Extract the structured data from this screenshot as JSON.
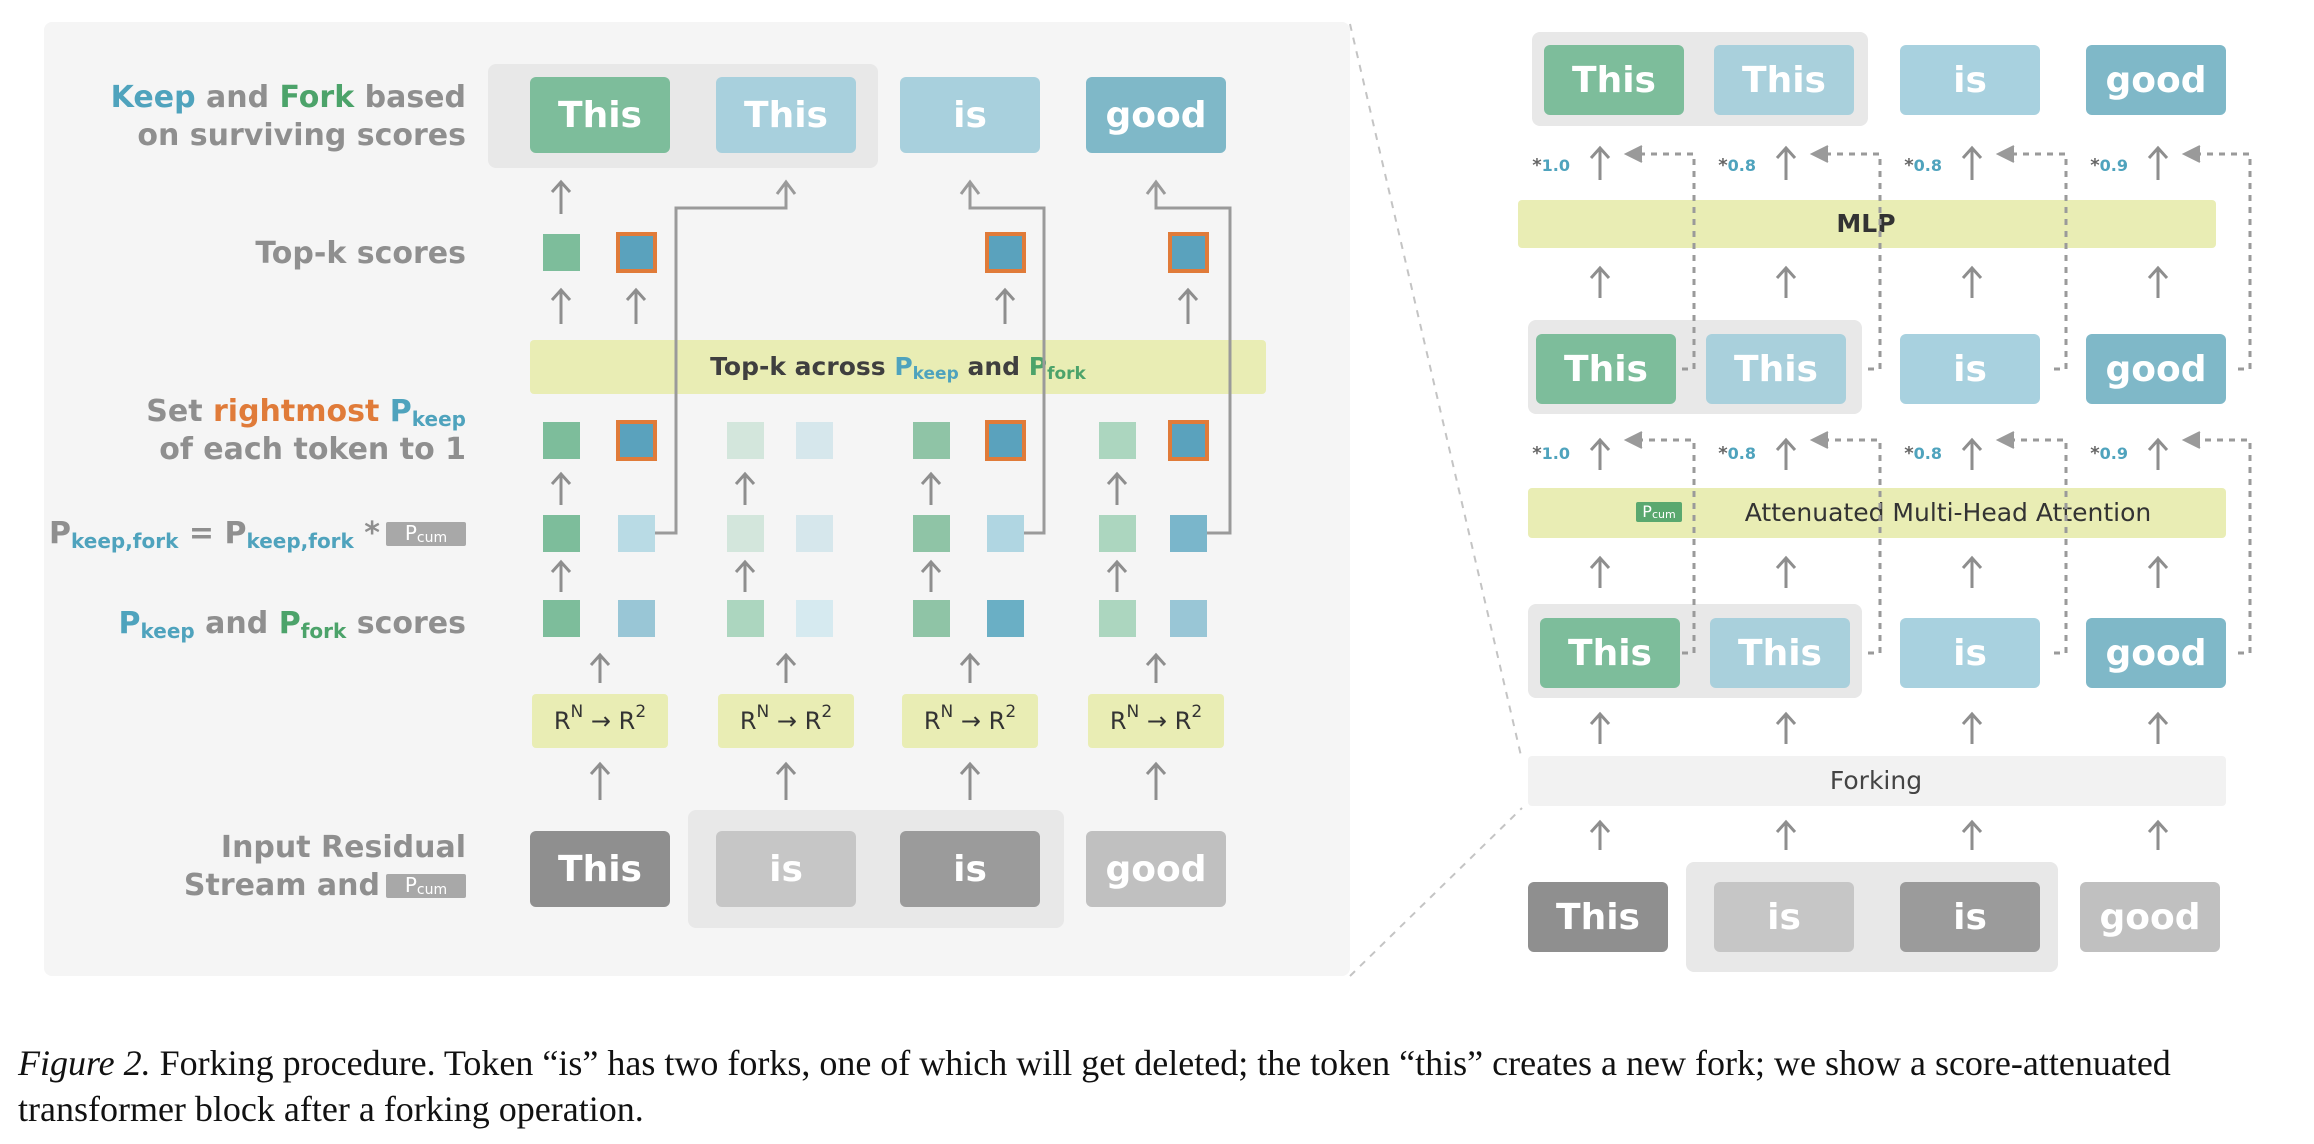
{
  "colors": {
    "panel_bg": "#f5f5f5",
    "keep_green": "#7dbd9b",
    "fork_blue": "#a8d0dd",
    "token_blue": "#7fb8c8",
    "bar_yellow": "#e9edb4",
    "orange": "#e07b39",
    "gray_dark": "#8f8f8f",
    "gray_light": "#c6c6c6",
    "label_gray": "#8f8f8f",
    "text_keep": "#4fa3bd",
    "text_fork": "#4ca36a"
  },
  "left": {
    "labels": {
      "keep_fork_keep": "Keep",
      "keep_fork_and": " and ",
      "keep_fork_fork": "Fork",
      "keep_fork_based": " based",
      "keep_fork_line2": "on surviving scores",
      "topk_scores": "Top-k scores",
      "set_line1_a": "Set ",
      "set_line1_b": "rightmost",
      "set_line1_p": "P",
      "set_line1_sub": "keep",
      "set_line2": "of each token to 1",
      "pcum_eq_p1": "P",
      "pcum_eq_sub1": "keep,fork",
      "pcum_eq_eq": " = ",
      "pcum_eq_p2": "P",
      "pcum_eq_sub2": "keep,fork",
      "pcum_eq_star": " *",
      "pcum_tag_p": "P",
      "pcum_tag_sub": "cum",
      "scores_p1": "P",
      "scores_sub1": "keep",
      "scores_and": " and ",
      "scores_p2": "P",
      "scores_sub2": "fork",
      "scores_tail": " scores",
      "input_line1": "Input Residual",
      "input_line2": "Stream and"
    },
    "topk_bar": {
      "prefix": "Top-k across ",
      "p1": "P",
      "sub1": "keep",
      "and": " and ",
      "p2": "P",
      "sub2": "fork"
    },
    "proj_label_base": "R",
    "proj_label_sup1": "N",
    "proj_label_arrow": " → ",
    "proj_label_sup2": "2",
    "output_tokens": [
      "This",
      "This",
      "is",
      "good"
    ],
    "input_tokens": [
      "This",
      "is",
      "is",
      "good"
    ]
  },
  "right": {
    "top_tokens": [
      "This",
      "This",
      "is",
      "good"
    ],
    "mlp_label": "MLP",
    "mid_tokens": [
      "This",
      "This",
      "is",
      "good"
    ],
    "attn_label": "Attenuated Multi-Head Attention",
    "attn_tag_p": "P",
    "attn_tag_sub": "cum",
    "low_tokens": [
      "This",
      "This",
      "is",
      "good"
    ],
    "forking_label": "Forking",
    "input_tokens": [
      "This",
      "is",
      "is",
      "good"
    ],
    "scale_top": [
      "1.0",
      "0.8",
      "0.8",
      "0.9"
    ],
    "scale_mid": [
      "1.0",
      "0.8",
      "0.8",
      "0.9"
    ]
  },
  "caption": {
    "figure_label": "Figure 2.",
    "text": " Forking procedure. Token “is” has two forks, one of which will get deleted; the token “this” creates a new fork; we show a score-attenuated transformer block after a forking operation."
  }
}
